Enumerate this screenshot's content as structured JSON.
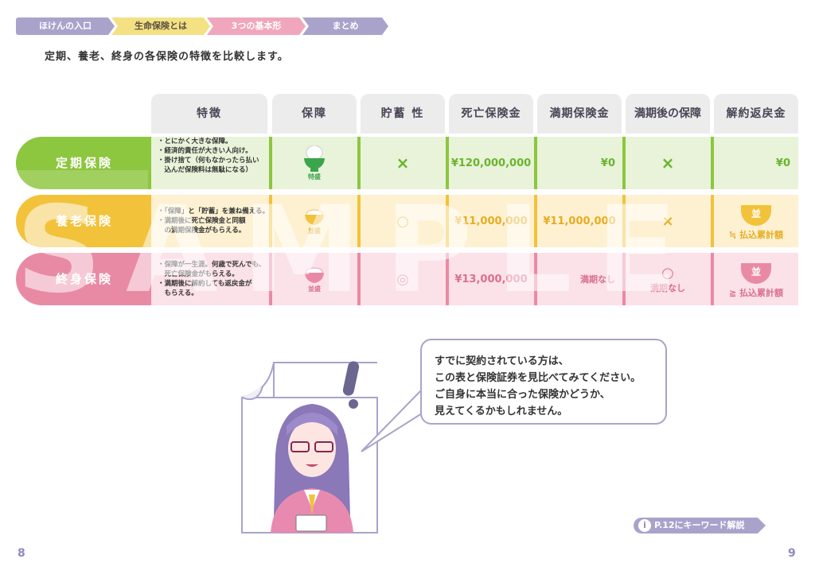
{
  "breadcrumb": [
    "ほけんの入口",
    "生命保険とは",
    "3つの基本形",
    "まとめ"
  ],
  "lead": "定期、養老、終身の各保険の特徴を比較します。",
  "table": {
    "headers": [
      "特徴",
      "保障",
      "貯蓄 性",
      "死亡保険金",
      "満期保険金",
      "満期後の保障",
      "解約返戻金"
    ],
    "rows": [
      {
        "label": "定期保険",
        "color": "#8dc63f",
        "light": "#e8f3d9",
        "desc": [
          "・とにかく大きな保障。",
          "・経済的責任が大きい人向け。",
          "・掛け捨て（何もなかったら払い",
          "　込んだ保険料は無駄になる）"
        ],
        "protection": "特盛",
        "savings": "×",
        "death": "¥120,000,000",
        "maturity": "¥0",
        "after": "×",
        "surrender": "¥0"
      },
      {
        "label": "養老保険",
        "color": "#f2c23a",
        "light": "#fdf1d2",
        "desc": [
          "・「保障」と「貯蓄」を兼ね備える。",
          "・満期後に死亡保険金と同額",
          "　の満期保険金がもらえる。"
        ],
        "protection": "並盛",
        "savings": "○",
        "death": "¥11,000,000",
        "maturity": "¥11,000,000",
        "after": "×",
        "surrender_badge": "並",
        "surrender": "≒ 払込累計額"
      },
      {
        "label": "終身保険",
        "color": "#e98aa5",
        "light": "#fbe1e8",
        "desc": [
          "・保障が一生涯。何歳で死んでも、",
          "　死亡保険金がもらえる。",
          "・満期後に解約しても返戻金が",
          "　もらえる。"
        ],
        "protection": "並盛",
        "savings": "◎",
        "death": "¥13,000,000",
        "maturity": "満期なし",
        "after": "○",
        "after_note": "満期なし",
        "surrender_badge": "並",
        "surrender": "≧ 払込累計額"
      }
    ]
  },
  "watermark": "SAMPLE",
  "bubble": [
    "すでに契約されている方は、",
    "この表と保険証券を見比べてみてください。",
    "ご自身に本当に合った保険かどうか、",
    "見えてくるかもしれません。"
  ],
  "keyword_link": "P.12にキーワード解説",
  "keyword_icon": "i",
  "page_left": "8",
  "page_right": "9"
}
